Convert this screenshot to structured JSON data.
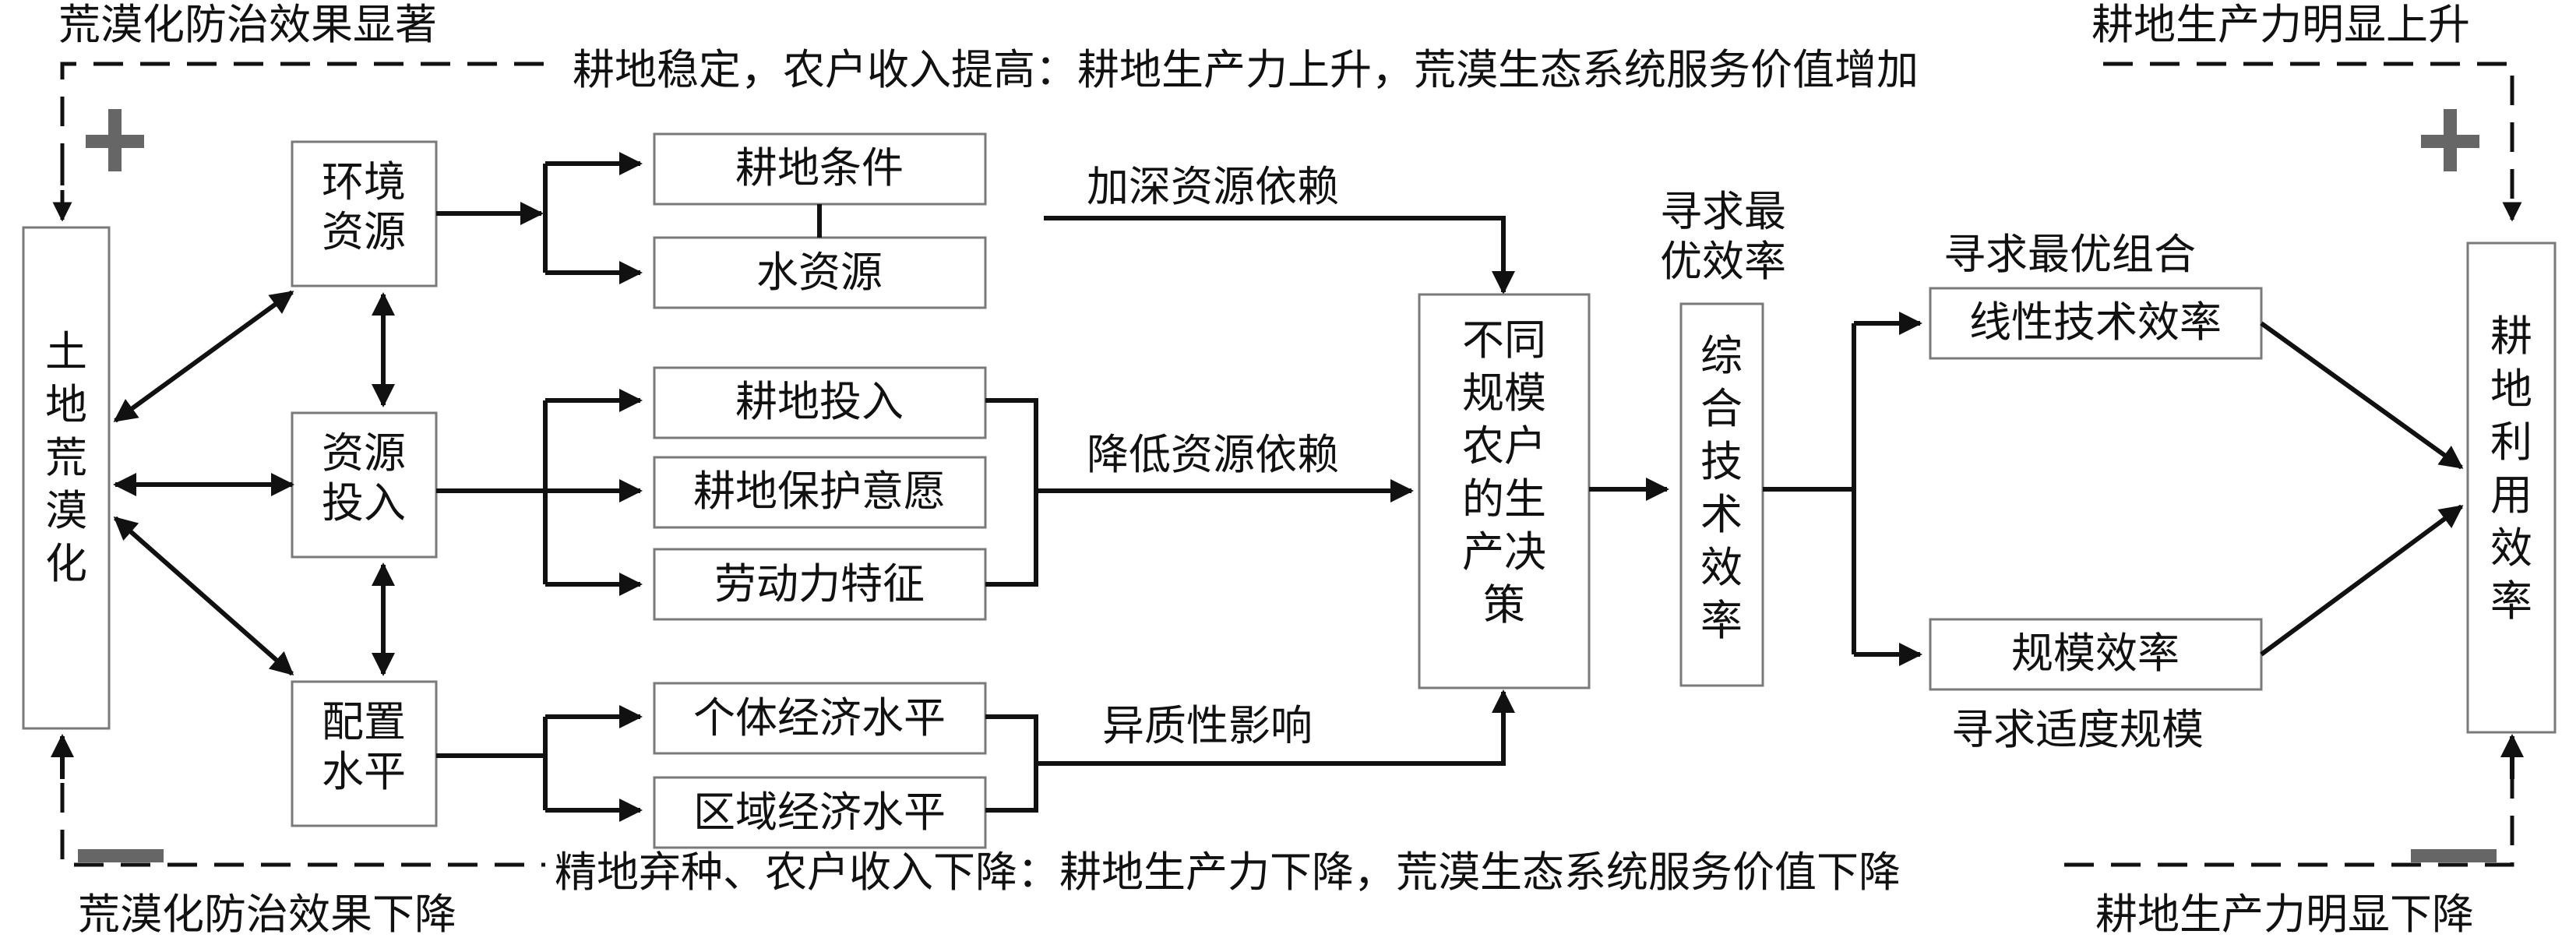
{
  "top_left_note": "荒漠化防治效果显著",
  "top_right_note": "耕地生产力明显上升",
  "top_loop_label": "耕地稳定，农户收入提高：耕地生产力上升，荒漠生态系统服务价值增加",
  "bottom_left_note": "荒漠化防治效果下降",
  "bottom_right_note": "耕地生产力明显下降",
  "bottom_loop_label": "精地弃种、农户收入下降：耕地生产力下降，荒漠生态系统服务价值下降",
  "left_node": "土地荒漠化",
  "env_resources": "环境资源",
  "resource_input": "资源投入",
  "allocation_level": "配置水平",
  "farmland_conditions": "耕地条件",
  "water_resources": "水资源",
  "farmland_input": "耕地投入",
  "farmland_protection": "耕地保护意愿",
  "labor_features": "劳动力特征",
  "individual_economy": "个体经济水平",
  "regional_economy": "区域经济水平",
  "deepen_dependence": "加深资源依赖",
  "reduce_dependence": "降低资源依赖",
  "heterogeneity_effect": "异质性影响",
  "decision_node": "不同规模农户的生产决策",
  "seek_optimal_efficiency": "寻求最优效率",
  "tech_efficiency_node": "综合技术效率",
  "seek_optimal_combination": "寻求最优组合",
  "linear_tech_efficiency": "线性技术效率",
  "scale_efficiency": "规模效率",
  "seek_moderate_scale": "寻求适度规模",
  "right_node": "耕地利用效率"
}
